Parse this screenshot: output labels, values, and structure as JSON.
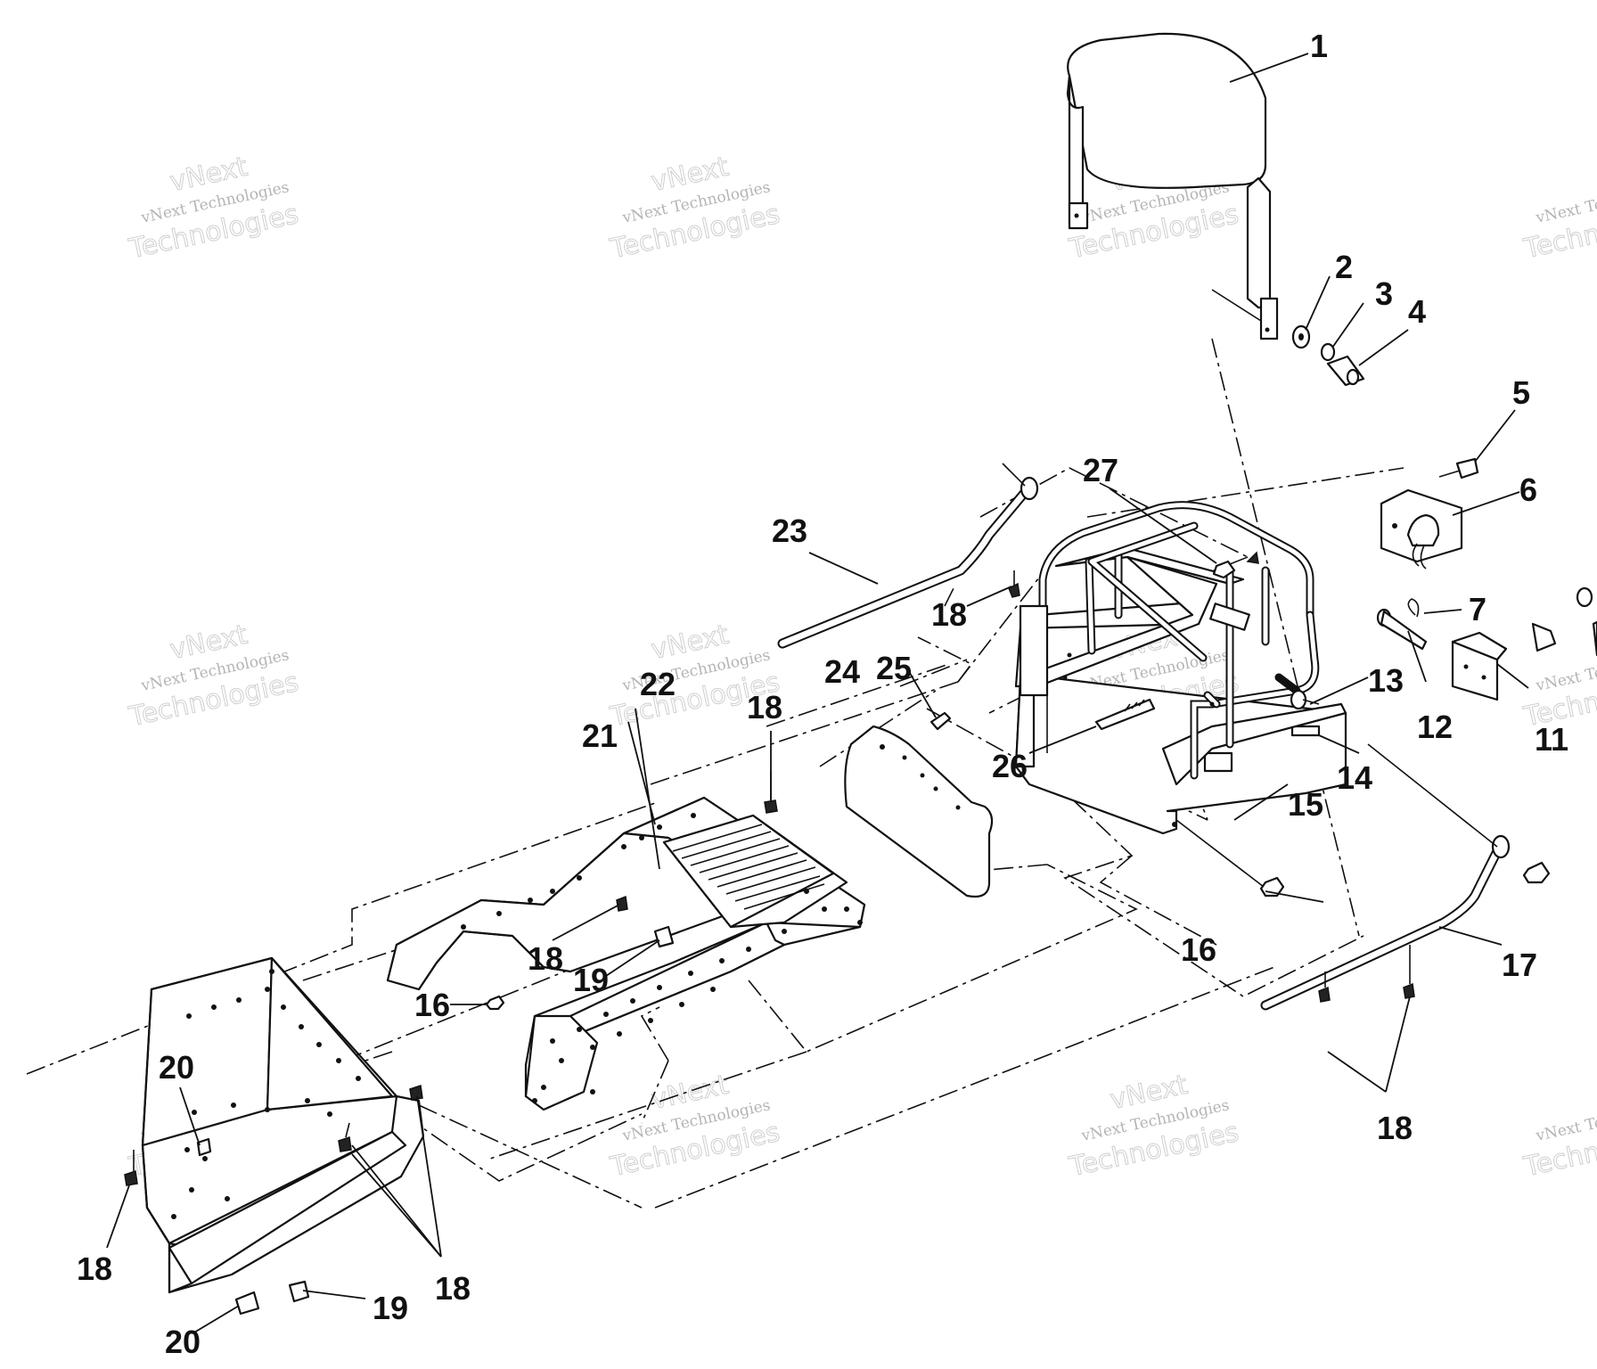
{
  "watermark": {
    "line1": "vNext Technologies",
    "line2": "Technologies",
    "line3": "vNext"
  },
  "callouts": [
    {
      "id": "1",
      "label": "1"
    },
    {
      "id": "2",
      "label": "2"
    },
    {
      "id": "3",
      "label": "3"
    },
    {
      "id": "4",
      "label": "4"
    },
    {
      "id": "5",
      "label": "5"
    },
    {
      "id": "6",
      "label": "6"
    },
    {
      "id": "7",
      "label": "7"
    },
    {
      "id": "11",
      "label": "11"
    },
    {
      "id": "12",
      "label": "12"
    },
    {
      "id": "13",
      "label": "13"
    },
    {
      "id": "14",
      "label": "14"
    },
    {
      "id": "15",
      "label": "15"
    },
    {
      "id": "16a",
      "label": "16"
    },
    {
      "id": "16b",
      "label": "16"
    },
    {
      "id": "17",
      "label": "17"
    },
    {
      "id": "18a",
      "label": "18"
    },
    {
      "id": "18b",
      "label": "18"
    },
    {
      "id": "18c",
      "label": "18"
    },
    {
      "id": "18d",
      "label": "18"
    },
    {
      "id": "18e",
      "label": "18"
    },
    {
      "id": "18f",
      "label": "18"
    },
    {
      "id": "19a",
      "label": "19"
    },
    {
      "id": "19b",
      "label": "19"
    },
    {
      "id": "20a",
      "label": "20"
    },
    {
      "id": "20b",
      "label": "20"
    },
    {
      "id": "21",
      "label": "21"
    },
    {
      "id": "22",
      "label": "22"
    },
    {
      "id": "23",
      "label": "23"
    },
    {
      "id": "24",
      "label": "24"
    },
    {
      "id": "25",
      "label": "25"
    },
    {
      "id": "26",
      "label": "26"
    },
    {
      "id": "27",
      "label": "27"
    }
  ]
}
